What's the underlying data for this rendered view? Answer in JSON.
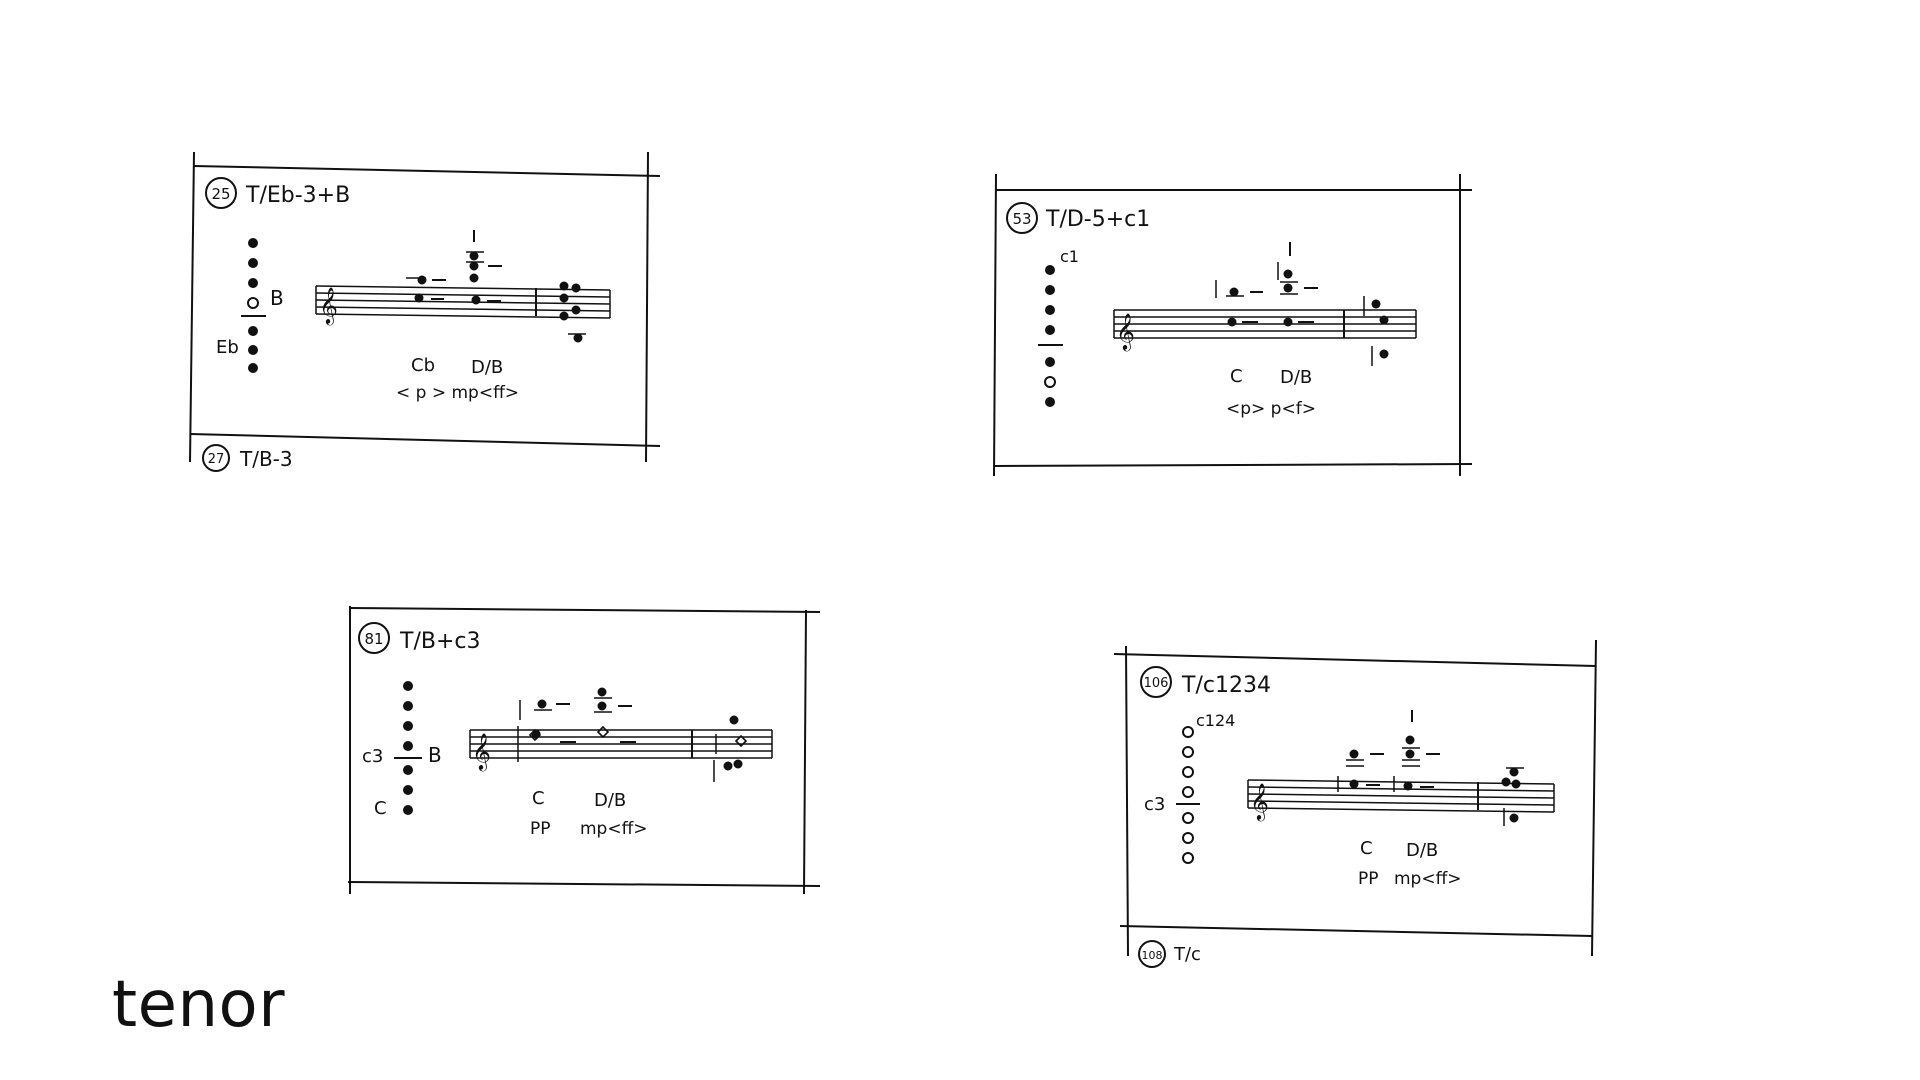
{
  "caption": "tenor",
  "fingerings": [
    {
      "number": "25",
      "title": "T/Eb-3+B",
      "fingering_labels": [
        "B",
        "Eb"
      ],
      "next_partial_number": "27",
      "next_partial_title": "T/B-3",
      "bottom_labels": [
        "Cb",
        "D/B"
      ],
      "dynamics": "< p > mp<ff>"
    },
    {
      "number": "53",
      "title": "T/D-5+c1",
      "fingering_labels": [
        "c1"
      ],
      "bottom_labels": [
        "C",
        "D/B"
      ],
      "dynamics": "<p> p<f>"
    },
    {
      "number": "81",
      "title": "T/B+c3",
      "fingering_labels": [
        "c3",
        "B",
        "C"
      ],
      "bottom_labels": [
        "C",
        "D/B"
      ],
      "dynamics": "PP",
      "dynamics2": "mp<ff>"
    },
    {
      "number": "106",
      "title": "T/c1234",
      "fingering_labels": [
        "c124",
        "c3"
      ],
      "next_partial_number": "108",
      "next_partial_title": "T/c",
      "bottom_labels": [
        "C",
        "D/B"
      ],
      "dynamics": "PP",
      "dynamics2": "mp<ff>"
    }
  ]
}
